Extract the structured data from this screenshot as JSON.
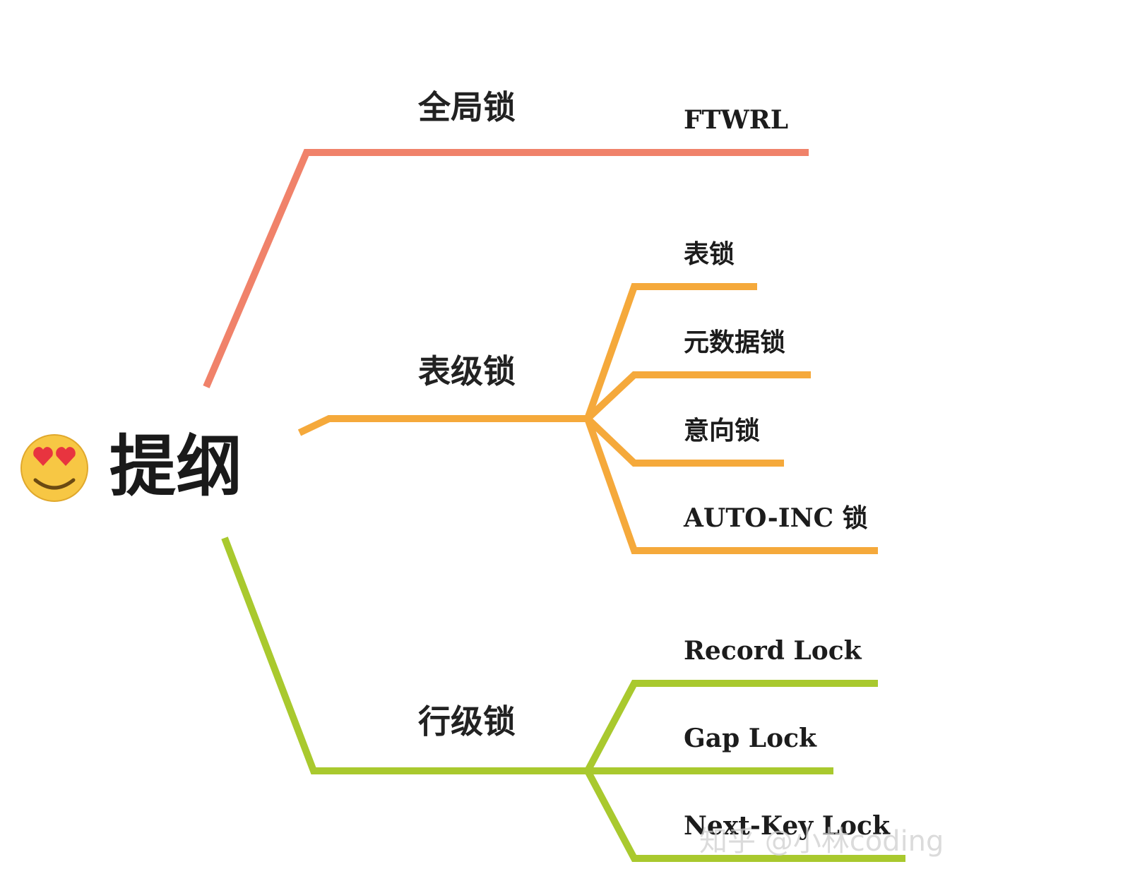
{
  "root": {
    "title": "提纲",
    "icon": "smiling-face-with-heart-eyes-icon"
  },
  "branches": [
    {
      "id": "global",
      "label": "全局锁",
      "color": "#f0826a",
      "leaves": [
        "FTWRL"
      ]
    },
    {
      "id": "table",
      "label": "表级锁",
      "color": "#f5a93b",
      "leaves": [
        "表锁",
        "元数据锁",
        "意向锁",
        "AUTO-INC 锁"
      ]
    },
    {
      "id": "row",
      "label": "行级锁",
      "color": "#a9c92e",
      "leaves": [
        "Record Lock",
        "Gap Lock",
        "Next-Key Lock"
      ]
    }
  ],
  "watermark": "知乎 @小林coding"
}
